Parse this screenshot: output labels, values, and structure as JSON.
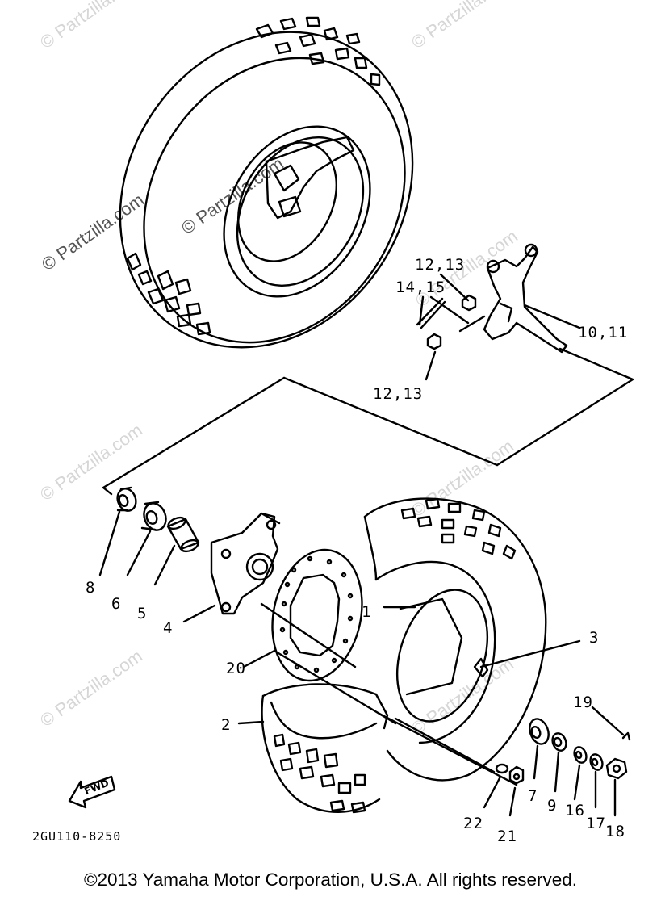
{
  "watermarks": [
    "© Partzilla.com",
    "© Partzilla.com",
    "© Partzilla.com",
    "© Partzilla.com",
    "© Partzilla.com",
    "© Partzilla.com",
    "© Partzilla.com",
    "© Partzilla.com",
    "© Partzilla.com"
  ],
  "callouts": {
    "c1": "1",
    "c2": "2",
    "c3": "3",
    "c4": "4",
    "c5": "5",
    "c6": "6",
    "c7": "7",
    "c8": "8",
    "c9": "9",
    "c10_11": "10,11",
    "c12_13_top": "12,13",
    "c12_13_bottom": "12,13",
    "c14_15": "14,15",
    "c16": "16",
    "c17": "17",
    "c18": "18",
    "c19": "19",
    "c20": "20",
    "c21": "21",
    "c22": "22"
  },
  "fwd_label": "FWD",
  "drawing_code": "2GU110-8250",
  "copyright": "©2013 Yamaha Motor Corporation, U.S.A. All rights reserved."
}
